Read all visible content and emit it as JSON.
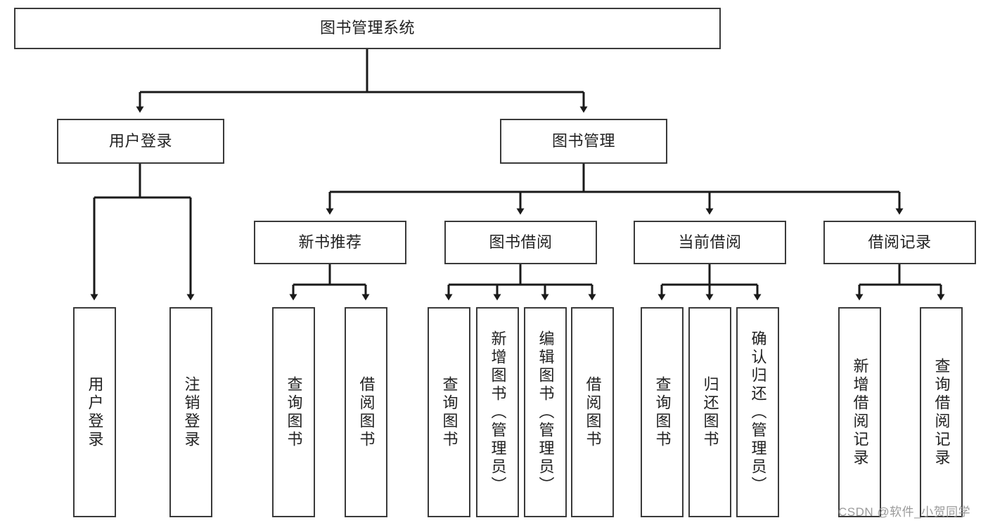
{
  "diagram": {
    "title": "图书管理系统",
    "type": "tree-hierarchy-chart",
    "orientation": "top-down",
    "colors": {
      "box_border": "#3a3a3a",
      "box_fill": "#ffffff",
      "connector": "#1a1a1a",
      "text": "#222222",
      "watermark": "#9a9a9a",
      "background": "#ffffff"
    }
  },
  "watermark": {
    "text": "CSDN @软件_小贺同学"
  },
  "nodes": {
    "root": {
      "label": "图书管理系统",
      "level": 1
    },
    "level2": [
      {
        "id": "user-login",
        "label": "用户登录"
      },
      {
        "id": "book-management",
        "label": "图书管理"
      }
    ],
    "level3": [
      {
        "id": "new-book-recommend",
        "label": "新书推荐",
        "parent": "book-management"
      },
      {
        "id": "book-borrow",
        "label": "图书借阅",
        "parent": "book-management"
      },
      {
        "id": "current-borrow",
        "label": "当前借阅",
        "parent": "book-management"
      },
      {
        "id": "borrow-record",
        "label": "借阅记录",
        "parent": "book-management"
      }
    ],
    "leaves": [
      {
        "id": "leaf-user-login",
        "label": "用户登录",
        "parent": "user-login"
      },
      {
        "id": "leaf-logout",
        "label": "注销登录",
        "parent": "user-login"
      },
      {
        "id": "leaf-query-book-1",
        "label": "查询图书",
        "parent": "new-book-recommend"
      },
      {
        "id": "leaf-borrow-book-1",
        "label": "借阅图书",
        "parent": "new-book-recommend"
      },
      {
        "id": "leaf-query-book-2",
        "label": "查询图书",
        "parent": "book-borrow"
      },
      {
        "id": "leaf-add-book",
        "label": "新增图书（管理员）",
        "parent": "book-borrow"
      },
      {
        "id": "leaf-edit-book",
        "label": "编辑图书（管理员）",
        "parent": "book-borrow"
      },
      {
        "id": "leaf-borrow-book-2",
        "label": "借阅图书",
        "parent": "book-borrow"
      },
      {
        "id": "leaf-query-book-3",
        "label": "查询图书",
        "parent": "current-borrow"
      },
      {
        "id": "leaf-return-book",
        "label": "归还图书",
        "parent": "current-borrow"
      },
      {
        "id": "leaf-confirm-return",
        "label": "确认归还（管理员）",
        "parent": "current-borrow"
      },
      {
        "id": "leaf-add-record",
        "label": "新增借阅记录",
        "parent": "borrow-record"
      },
      {
        "id": "leaf-query-record",
        "label": "查询借阅记录",
        "parent": "borrow-record"
      }
    ]
  }
}
